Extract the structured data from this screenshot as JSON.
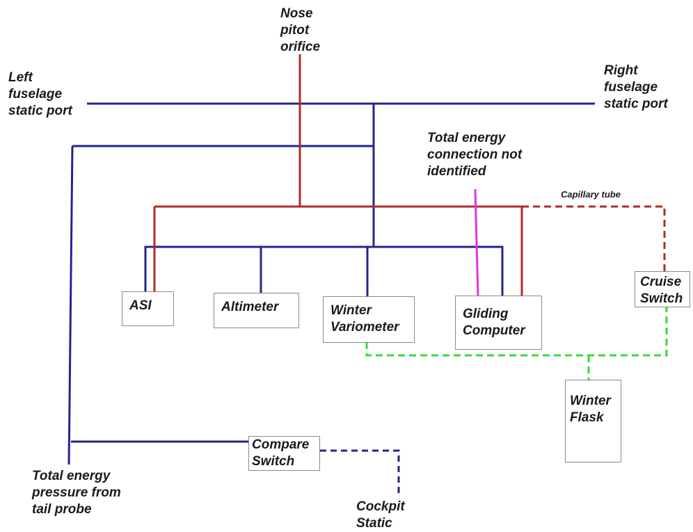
{
  "colors": {
    "static_line": "#23248f",
    "pitot_line": "#b32a2a",
    "capillary_dashed": "#b32a2a",
    "total_energy_line": "#e033e0",
    "flask_dashed": "#33dd33",
    "cockpit_static_dashed": "#23248f"
  },
  "labels": {
    "nose_pitot": "Nose\npitot\norifice",
    "left_static": "Left\nfuselage\nstatic port",
    "right_static": "Right\nfuselage\nstatic port",
    "te_not_identified": "Total energy\nconnection not\nidentified",
    "capillary_tube": "Capillary tube",
    "te_tail_probe": "Total energy\npressure from\ntail probe",
    "cockpit_static": "Cockpit\nStatic"
  },
  "instruments": {
    "asi": "ASI",
    "altimeter": "Altimeter",
    "winter_variometer": "Winter\nVariometer",
    "gliding_computer": "Gliding\nComputer",
    "cruise_switch": "Cruise\nSwitch",
    "winter_flask": "Winter\nFlask",
    "compare_switch": "Compare\nSwitch"
  }
}
